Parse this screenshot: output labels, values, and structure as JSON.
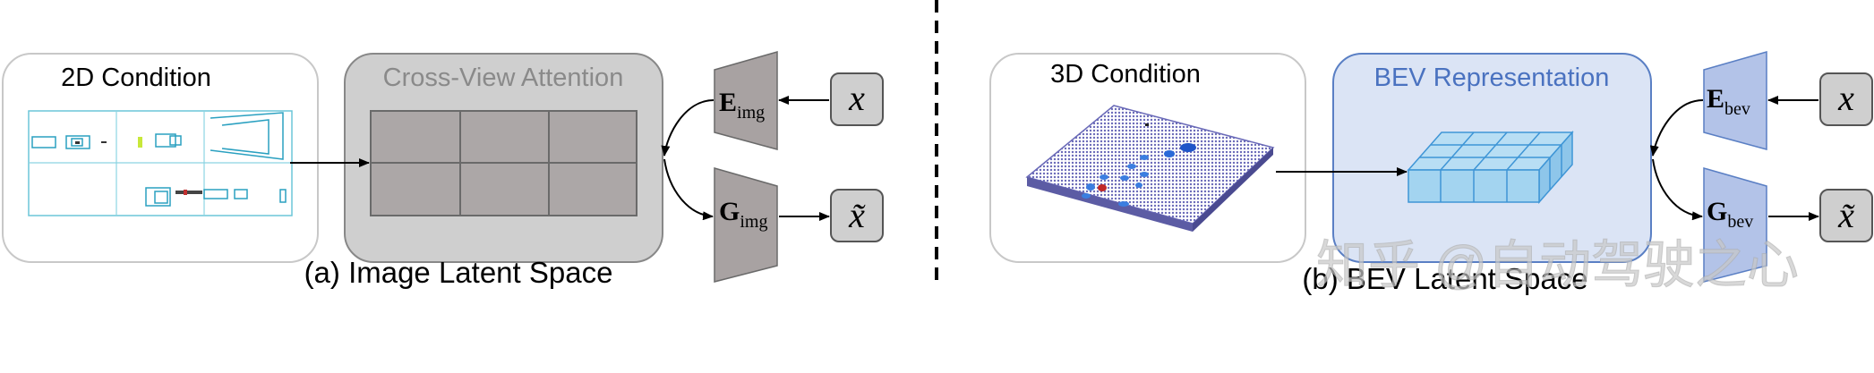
{
  "left_panel": {
    "condition_title": "2D Condition",
    "attention_title": "Cross-View Attention",
    "encoder": {
      "letter": "E",
      "subscript": "img"
    },
    "decoder": {
      "letter": "G",
      "subscript": "img"
    },
    "input_symbol": "x",
    "output_symbol": "x̃",
    "caption": "(a) Image Latent Space"
  },
  "right_panel": {
    "condition_title": "3D Condition",
    "representation_title": "BEV Representation",
    "encoder": {
      "letter": "E",
      "subscript": "bev"
    },
    "decoder": {
      "letter": "G",
      "subscript": "bev"
    },
    "input_symbol": "x",
    "output_symbol": "x̃",
    "caption": "(b) BEV Latent Space"
  },
  "watermark": "知乎 @自动驾驶之心",
  "colors": {
    "gray_panel": "#cfcfcf",
    "gray_cell": "#aca7a7",
    "trapezoid_gray": "#a8a2a2",
    "bev_panel": "#dbe4f5",
    "bev_border": "#5a7fc4",
    "bev_title": "#4a72c0",
    "trapezoid_blue": "#b3c3e8",
    "cube_blue": "#9fd0ee",
    "cube_edge": "#3e95d6"
  }
}
